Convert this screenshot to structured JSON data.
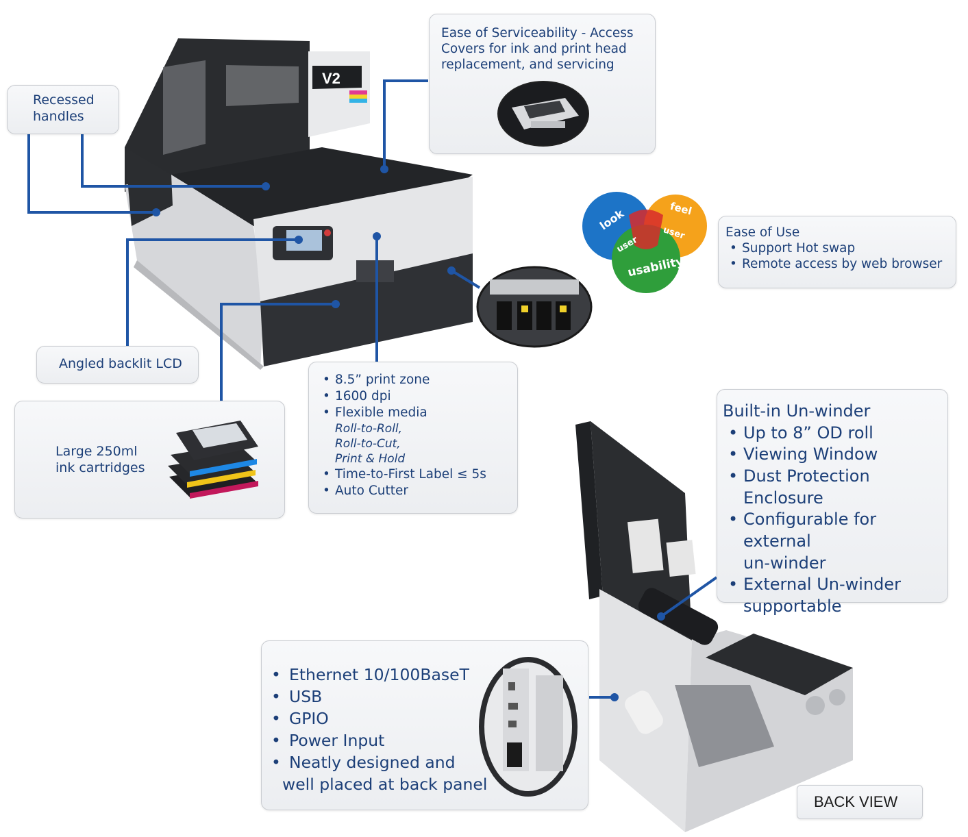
{
  "callouts": {
    "recessed_handles": {
      "line1": "Recessed",
      "line2": "handles"
    },
    "serviceability": {
      "line1": "Ease of Serviceability - Access",
      "line2": "Covers for ink and print head",
      "line3": "replacement, and servicing"
    },
    "angled_lcd": {
      "text": "Angled backlit LCD"
    },
    "ink_cartridges": {
      "line1": "Large 250ml",
      "line2": "ink cartridges"
    },
    "print_specs": {
      "items": [
        "8.5” print zone",
        "1600 dpi",
        "Flexible media"
      ],
      "media_types": [
        "Roll-to-Roll,",
        "Roll-to-Cut,",
        "Print & Hold"
      ],
      "items2": [
        "Time-to-First Label ≤ 5s",
        "Auto Cutter"
      ]
    },
    "ease_of_use": {
      "title": "Ease of Use",
      "items": [
        "Support Hot swap",
        "Remote access  by web browser"
      ]
    },
    "unwinder": {
      "title": "Built-in Un-winder",
      "items": [
        "Up to 8” OD roll",
        "Viewing Window",
        "Dust Protection",
        "Enclosure",
        "Configurable for external",
        "un-winder",
        "External Un-winder",
        "supportable"
      ]
    },
    "connectivity": {
      "items": [
        "Ethernet 10/100BaseT",
        "USB",
        "GPIO",
        "Power Input",
        "Neatly designed and",
        "well placed at back panel"
      ]
    },
    "back_view": {
      "label": "BACK VIEW"
    }
  },
  "logo": {
    "brand": "V2"
  },
  "venn": {
    "look": "look",
    "feel": "feel",
    "user_left": "user",
    "user_right": "user",
    "usability": "usability"
  },
  "colors": {
    "text": "#1c3f78",
    "line": "#1f55a5",
    "printer_dark": "#2b2d30",
    "printer_light": "#e3e4e6"
  }
}
